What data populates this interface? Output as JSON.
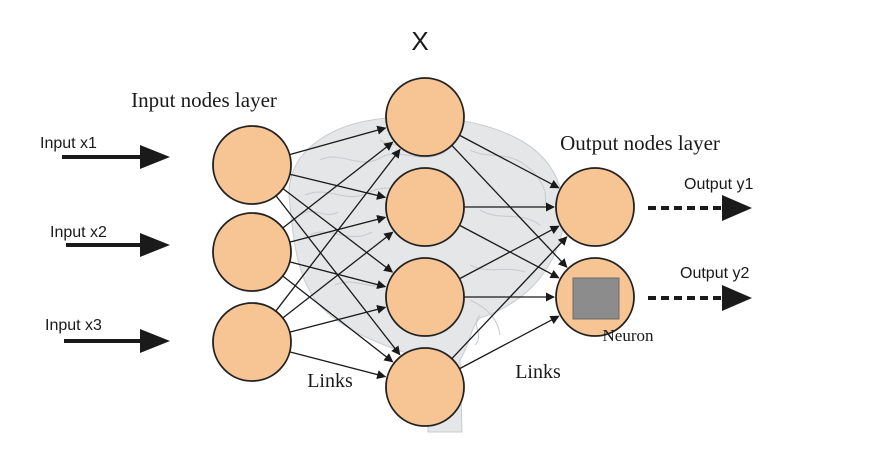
{
  "diagram": {
    "title": "X",
    "input_layer_label": "Input nodes layer",
    "output_layer_label": "Output nodes layer",
    "links_left_label": "Links",
    "links_right_label": "Links",
    "neuron_label": "Neuron",
    "inputs": [
      {
        "label": "Input x1"
      },
      {
        "label": "Input x2"
      },
      {
        "label": "Input x3"
      }
    ],
    "outputs": [
      {
        "label": "Output y1"
      },
      {
        "label": "Output y2"
      }
    ],
    "input_node_count": 3,
    "hidden_node_count": 4,
    "output_node_count": 2,
    "colors": {
      "node_fill": "#f7c493",
      "node_stroke": "#222222",
      "neuron_box": "#8c8c8c",
      "brain_fill": "#e4e6e7",
      "brain_detail": "#c9cdd0",
      "arrow": "#1a1a1a",
      "text": "#1a1a1a"
    }
  }
}
